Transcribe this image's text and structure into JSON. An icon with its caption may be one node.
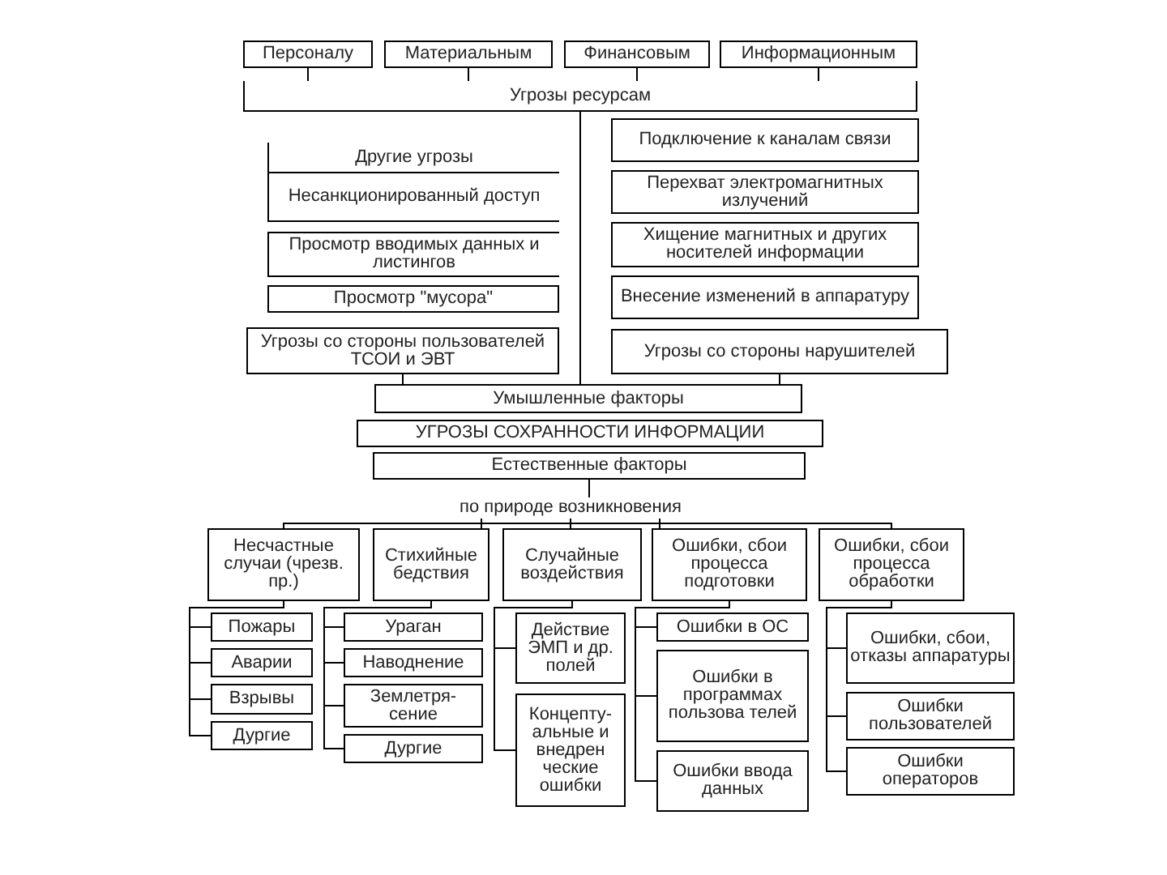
{
  "diagram": {
    "nodes": [
      {
        "text": [
          "Персоналу"
        ]
      },
      {
        "text": [
          "Материальным"
        ]
      },
      {
        "text": [
          "Финансовым"
        ]
      },
      {
        "text": [
          "Информационным"
        ]
      },
      {
        "text": [
          "Угрозы ресурсам"
        ]
      },
      {
        "text": [
          "Другие угрозы"
        ]
      },
      {
        "text": [
          "Несанкционированный доступ"
        ]
      },
      {
        "text": [
          "Просмотр вводимых данных и листингов"
        ]
      },
      {
        "text": [
          "Просмотр \"мусора\""
        ]
      },
      {
        "text": [
          "Угрозы со стороны пользователей ТСОИ и ЭВТ"
        ]
      },
      {
        "text": [
          "Подключение к каналам связи"
        ]
      },
      {
        "text": [
          "Перехват электромагнитных излучений"
        ]
      },
      {
        "text": [
          "Хищение магнитных и других носителей информации"
        ]
      },
      {
        "text": [
          "Внесение изменений в аппаратуру"
        ]
      },
      {
        "text": [
          "Угрозы со стороны нарушителей"
        ]
      },
      {
        "text": [
          "Умышленные факторы"
        ]
      },
      {
        "text": [
          "УГРОЗЫ СОХРАННОСТИ ИНФОРМАЦИИ"
        ]
      },
      {
        "text": [
          "Естественные факторы"
        ]
      },
      {
        "text": [
          "по природе возникновения"
        ]
      },
      {
        "text": [
          "Несчастные случаи (чрезв. пр.)"
        ]
      },
      {
        "text": [
          "Стихийные бедствия"
        ]
      },
      {
        "text": [
          "Случайные воздействия"
        ]
      },
      {
        "text": [
          "Ошибки, сбои процесса подготовки"
        ]
      },
      {
        "text": [
          "Ошибки, сбои процесса обработки"
        ]
      },
      {
        "text": [
          "Пожары"
        ]
      },
      {
        "text": [
          "Аварии"
        ]
      },
      {
        "text": [
          "Взрывы"
        ]
      },
      {
        "text": [
          "Дургие"
        ]
      },
      {
        "text": [
          "Ураган"
        ]
      },
      {
        "text": [
          "Наводнение"
        ]
      },
      {
        "text": [
          "Землетря- сение"
        ]
      },
      {
        "text": [
          "Дургие"
        ]
      },
      {
        "text": [
          "Действие ЭМП и др. полей"
        ]
      },
      {
        "text": [
          "Концепту- альные и внедрен ческие ошибки"
        ]
      },
      {
        "text": [
          "Ошибки в ОС"
        ]
      },
      {
        "text": [
          "Ошибки в программах пользова телей"
        ]
      },
      {
        "text": [
          "Ошибки ввода данных"
        ]
      },
      {
        "text": [
          "Ошибки, сбои, отказы аппаратуры"
        ]
      },
      {
        "text": [
          "Ошибки пользователей"
        ]
      },
      {
        "text": [
          "Ошибки операторов"
        ]
      }
    ],
    "edges": [
      {
        "from": 0,
        "to": 4,
        "arrow": "none"
      },
      {
        "from": 1,
        "to": 4,
        "arrow": "none"
      },
      {
        "from": 2,
        "to": 4,
        "arrow": "none"
      },
      {
        "from": 3,
        "to": 4,
        "arrow": "none"
      },
      {
        "from": 4,
        "to": 15,
        "arrow": "none"
      },
      {
        "from": 9,
        "to": 15,
        "arrow": "none"
      },
      {
        "from": 14,
        "to": 15,
        "arrow": "none"
      },
      {
        "from": 17,
        "to": 18,
        "arrow": "none"
      },
      {
        "from": 18,
        "to": 19,
        "arrow": "none"
      },
      {
        "from": 18,
        "to": 20,
        "arrow": "none"
      },
      {
        "from": 18,
        "to": 21,
        "arrow": "none"
      },
      {
        "from": 18,
        "to": 22,
        "arrow": "none"
      },
      {
        "from": 18,
        "to": 23,
        "arrow": "none"
      },
      {
        "from": 19,
        "to": 24,
        "arrow": "none"
      },
      {
        "from": 19,
        "to": 25,
        "arrow": "none"
      },
      {
        "from": 19,
        "to": 26,
        "arrow": "none"
      },
      {
        "from": 19,
        "to": 27,
        "arrow": "none"
      },
      {
        "from": 20,
        "to": 28,
        "arrow": "none"
      },
      {
        "from": 20,
        "to": 29,
        "arrow": "none"
      },
      {
        "from": 20,
        "to": 30,
        "arrow": "none"
      },
      {
        "from": 20,
        "to": 31,
        "arrow": "none"
      },
      {
        "from": 21,
        "to": 32,
        "arrow": "none"
      },
      {
        "from": 21,
        "to": 33,
        "arrow": "none"
      },
      {
        "from": 22,
        "to": 34,
        "arrow": "none"
      },
      {
        "from": 22,
        "to": 35,
        "arrow": "none"
      },
      {
        "from": 22,
        "to": 36,
        "arrow": "none"
      },
      {
        "from": 23,
        "to": 37,
        "arrow": "none"
      },
      {
        "from": 23,
        "to": 38,
        "arrow": "none"
      },
      {
        "from": 23,
        "to": 39,
        "arrow": "none"
      }
    ]
  }
}
